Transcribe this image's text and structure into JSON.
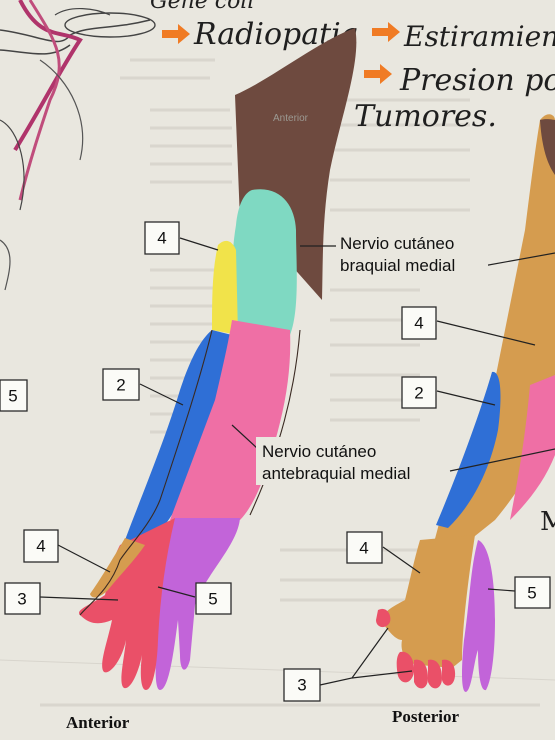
{
  "notes": {
    "top_fragment": "Gene coll",
    "line1_a": "Radiopatia",
    "line1_b": "Estiramien",
    "line2": "Presion por",
    "line3": "Tumores."
  },
  "labels": {
    "anterior_top_label": "Anterior",
    "nervio_cutaneo_braquial_medial": [
      "Nervio cutáneo",
      "braquial medial"
    ],
    "nervio_cutaneo_antebraquial_medial": [
      "Nervio cutáneo",
      "antebraquial medial"
    ],
    "right_edge_letter": "M"
  },
  "tags": {
    "anterior": {
      "t4_upper": "4",
      "t2": "2",
      "t4_lower": "4",
      "t3": "3",
      "t5": "5",
      "t5_left": "5"
    },
    "posterior": {
      "t4_upper": "4",
      "t2": "2",
      "t4_lower": "4",
      "t5": "5",
      "t3": "3"
    }
  },
  "captions": {
    "anterior": "Anterior",
    "posterior": "Posterior"
  },
  "colors": {
    "brown": "#6e4a3f",
    "teal": "#7fd9c2",
    "yellow": "#f1e34a",
    "blue": "#2f6fd6",
    "pink": "#ef6fa5",
    "red": "#ea5068",
    "magenta": "#c264d9",
    "tan": "#d59c4f",
    "orange_arrow": "#f07b24"
  }
}
